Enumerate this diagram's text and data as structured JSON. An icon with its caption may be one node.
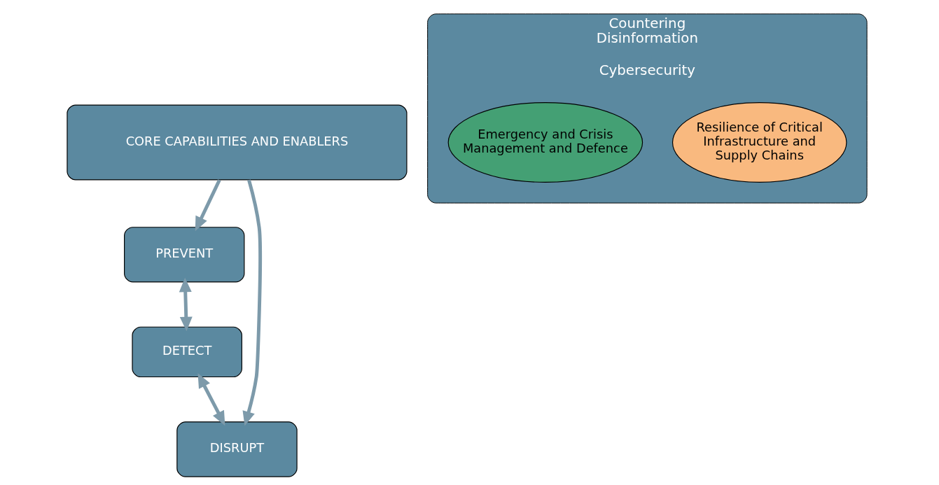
{
  "diagram": {
    "nodes": [
      {
        "text": [
          "DETECT"
        ]
      },
      {
        "text": [
          "PREVENT"
        ]
      },
      {
        "text": [
          "DISRUPT"
        ]
      },
      {
        "text": [
          "Countering Disinformation",
          "Cybersecurity"
        ]
      },
      {
        "text": [
          "Resilience of Critical Infrastructure and Supply Chains"
        ],
        "in": 3
      },
      {
        "text": [
          "Emergency and Crisis Management and Defence"
        ],
        "in": 3
      },
      {
        "text": [
          "CORE CAPABILITIES AND ENABLERS"
        ]
      }
    ],
    "edges": [
      {
        "from": 1,
        "to": 0,
        "arrow": "both"
      },
      {
        "from": 0,
        "to": 2,
        "arrow": "both"
      },
      {
        "from": 6,
        "to": 1,
        "arrow": "to"
      },
      {
        "from": 6,
        "to": 2,
        "arrow": "to"
      }
    ]
  }
}
